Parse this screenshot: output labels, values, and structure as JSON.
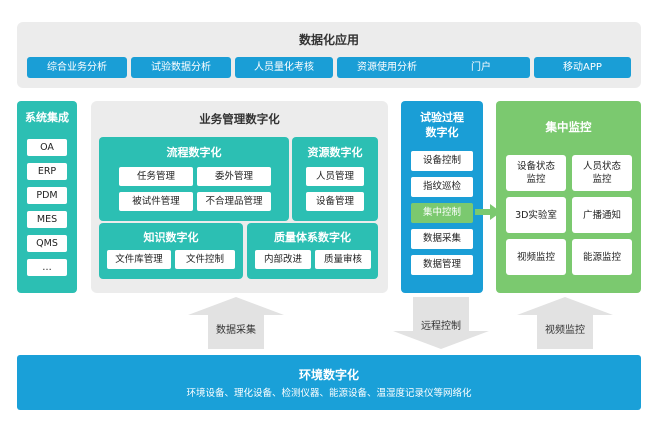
{
  "top": {
    "title": "数据化应用",
    "tabs": [
      "综合业务分析",
      "试验数据分析",
      "人员量化考核",
      "资源使用分析",
      "门户",
      "移动APP"
    ]
  },
  "systems": {
    "title": "系统集成",
    "items": [
      "OA",
      "ERP",
      "PDM",
      "MES",
      "QMS",
      "…"
    ]
  },
  "business": {
    "title": "业务管理数字化",
    "process": {
      "title": "流程数字化",
      "items": [
        "任务管理",
        "委外管理",
        "被试件管理",
        "不合理品管理"
      ]
    },
    "resource": {
      "title": "资源数字化",
      "items": [
        "人员管理",
        "设备管理"
      ]
    },
    "knowledge": {
      "title": "知识数字化",
      "items": [
        "文件库管理",
        "文件控制"
      ]
    },
    "quality": {
      "title": "质量体系数字化",
      "items": [
        "内部改进",
        "质量审核"
      ]
    }
  },
  "test_process": {
    "title_line1": "试验过程",
    "title_line2": "数字化",
    "items": [
      "设备控制",
      "指纹巡检",
      "集中控制",
      "数据采集",
      "数据管理"
    ]
  },
  "monitor": {
    "title": "集中监控",
    "items": [
      "设备状态监控",
      "人员状态监控",
      "3D实验室",
      "广播通知",
      "视频监控",
      "能源监控"
    ]
  },
  "arrows": {
    "data_collect": "数据采集",
    "remote_control": "远程控制",
    "video_monitor": "视频监控"
  },
  "environment": {
    "title": "环境数字化",
    "subtitle": "环境设备、理化设备、检测仪器、能源设备、温湿度记录仪等网络化"
  },
  "colors": {
    "blue": "#1a9ed6",
    "teal": "#2cbfb3",
    "green": "#7bc96f",
    "gray": "#ececec",
    "bottom_blue": "#1aa0d8"
  }
}
